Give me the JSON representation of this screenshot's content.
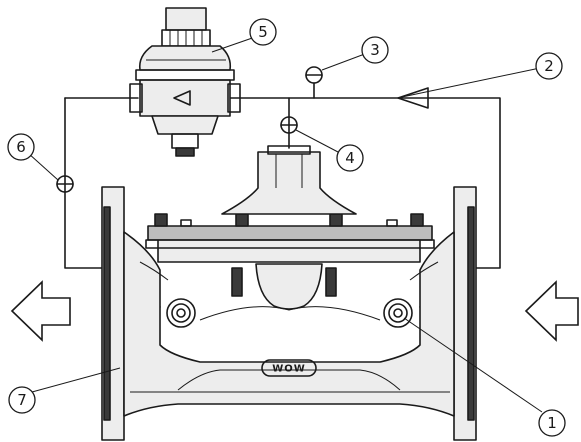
{
  "diagram": {
    "callouts": [
      {
        "id": "c1",
        "label": "1"
      },
      {
        "id": "c2",
        "label": "2"
      },
      {
        "id": "c3",
        "label": "3"
      },
      {
        "id": "c4",
        "label": "4"
      },
      {
        "id": "c5",
        "label": "5"
      },
      {
        "id": "c6",
        "label": "6"
      },
      {
        "id": "c7",
        "label": "7"
      }
    ],
    "body_marking": "WOW"
  }
}
